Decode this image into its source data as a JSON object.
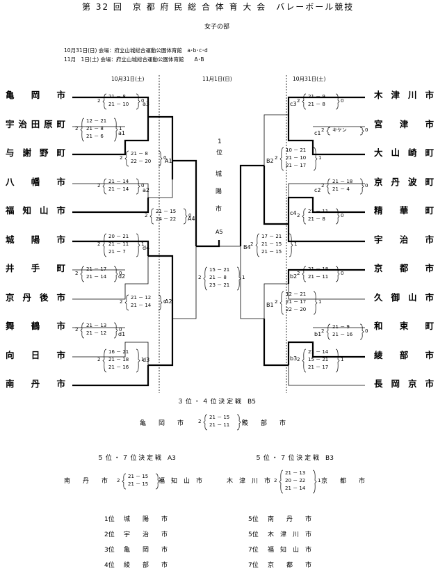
{
  "header": {
    "title": "第 32 回　京 都 府 民 総 合 体 育 大 会　バレーボール競技",
    "division": "女子の部",
    "venue_1": "10月31日(日) 会場：府立山城総合運動公園体育館　a･b･c･d",
    "venue_2": "11月　1日(土) 会場：府立山城総合運動公園体育館　　A･B"
  },
  "dates": {
    "left": "10月31日(土)",
    "center": "11月1日(日)",
    "right": "10月31日(土)"
  },
  "left_teams": [
    "亀岡市",
    "宇治田原町",
    "与謝野町",
    "八幡市",
    "福知山市",
    "城陽市",
    "井手町",
    "京丹後市",
    "舞鶴市",
    "向日市",
    "南丹市"
  ],
  "right_teams": [
    "木津川市",
    "宮津市",
    "大山崎町",
    "京丹波町",
    "精華町",
    "宇治市",
    "京都市",
    "久御山市",
    "和束町",
    "綾部市",
    "長岡京市"
  ],
  "champion": {
    "rank": "1",
    "pos": "位",
    "name": [
      "城",
      "陽",
      "市"
    ]
  },
  "codes": {
    "a1": "a1",
    "a2": "a2",
    "a3": "a3",
    "d1": "d1",
    "d2": "d2",
    "d3": "d3",
    "d4": "d4",
    "b1": "b1",
    "b2": "b2",
    "b3": "b3",
    "c1": "c1",
    "c2": "c2",
    "c3": "c3",
    "c4": "c4",
    "A1": "A1",
    "A2": "A2",
    "A4": "A4",
    "A5": "A5",
    "B1": "B1",
    "B2": "B2",
    "B4": "B4"
  },
  "scores": {
    "a3": {
      "l": "2",
      "sets": [
        "21 － 8",
        "21 － 10"
      ],
      "r": "0"
    },
    "a1": {
      "l": "2",
      "sets": [
        "12 － 21",
        "21 － 8",
        "21 － 6"
      ],
      "r": "1"
    },
    "A1": {
      "l": "2",
      "sets": [
        "21 － 8",
        "22 － 20"
      ],
      "r": "0"
    },
    "a2": {
      "l": "2",
      "sets": [
        "21 － 14",
        "21 － 14"
      ],
      "r": "0"
    },
    "A4": {
      "l": "2",
      "sets": [
        "21 － 15",
        "24 － 22"
      ],
      "r": "0"
    },
    "d4": {
      "l": "2",
      "sets": [
        "20 － 21",
        "21 － 11",
        "21 － 7"
      ],
      "r": "1"
    },
    "d2": {
      "l": "2",
      "sets": [
        "21 － 17",
        "21 － 14"
      ],
      "r": "0"
    },
    "A2": {
      "l": "2",
      "sets": [
        "21 － 12",
        "21 － 14"
      ],
      "r": "0"
    },
    "d1": {
      "l": "2",
      "sets": [
        "21 － 13",
        "21 － 12"
      ],
      "r": "0"
    },
    "d3": {
      "l": "2",
      "sets": [
        "16 － 21",
        "21 － 18",
        "21 － 16"
      ],
      "r": "1"
    },
    "A5": {
      "l": "2",
      "sets": [
        "15 － 21",
        "21 － 8",
        "23 － 21"
      ],
      "r": "1"
    },
    "c3": {
      "l": "2",
      "sets": [
        "21 － 9",
        "21 － 8"
      ],
      "r": "0"
    },
    "c1": {
      "l": "2",
      "sets": [
        "キケン"
      ],
      "r": "0"
    },
    "B2": {
      "l": "2",
      "sets": [
        "10 － 21",
        "21 － 10",
        "21 － 17"
      ],
      "r": "1"
    },
    "c2": {
      "l": "2",
      "sets": [
        "21 － 18",
        "21 － 4"
      ],
      "r": "0"
    },
    "c4": {
      "l": "2",
      "sets": [
        "21 － 11",
        "21 － 8"
      ],
      "r": "0"
    },
    "B4": {
      "l": "2",
      "sets": [
        "17 － 21",
        "21 － 15",
        "21 － 15"
      ],
      "r": "1"
    },
    "b2": {
      "l": "2",
      "sets": [
        "21 － 18",
        "21 － 11"
      ],
      "r": "0"
    },
    "B1": {
      "l": "2",
      "sets": [
        "12 － 21",
        "21 － 17",
        "22 － 20"
      ],
      "r": "1"
    },
    "b1": {
      "l": "2",
      "sets": [
        "21 － 9",
        "21 － 16"
      ],
      "r": "0"
    },
    "b3": {
      "l": "2",
      "sets": [
        "21 － 14",
        "15 － 21",
        "21 － 17"
      ],
      "r": "1"
    }
  },
  "third_place": {
    "title": "３ 位 ・ ４ 位 決 定 戦　B5",
    "left": "亀　　岡　　市",
    "right": "綾　　部　　市",
    "l": "2",
    "sets": [
      "21 － 15",
      "21 － 11"
    ],
    "r": "0"
  },
  "fifth_a": {
    "title": "５ 位 ・ ７ 位 決 定 戦　A3",
    "left": "南　　丹　　市",
    "right": "福　知　山　市",
    "l": "2",
    "sets": [
      "21 － 15",
      "21 － 15"
    ],
    "r": "0"
  },
  "fifth_b": {
    "title": "５ 位 ・ ７ 位 決 定 戦　B3",
    "left": "木　津　川　市",
    "right": "京　　都　　市",
    "l": "2",
    "sets": [
      "21 － 13",
      "20 － 22",
      "21 － 14"
    ],
    "r": "1"
  },
  "final_rankings": {
    "left": [
      {
        "place": "1位",
        "team": "城　　陽　　市"
      },
      {
        "place": "2位",
        "team": "宇　　治　　市"
      },
      {
        "place": "3位",
        "team": "亀　　岡　　市"
      },
      {
        "place": "4位",
        "team": "綾　　部　　市"
      }
    ],
    "right": [
      {
        "place": "5位",
        "team": "南　　丹　　市"
      },
      {
        "place": "5位",
        "team": "木　津　川　市"
      },
      {
        "place": "7位",
        "team": "福　知　山　市"
      },
      {
        "place": "7位",
        "team": "京　　都　　市"
      }
    ]
  }
}
